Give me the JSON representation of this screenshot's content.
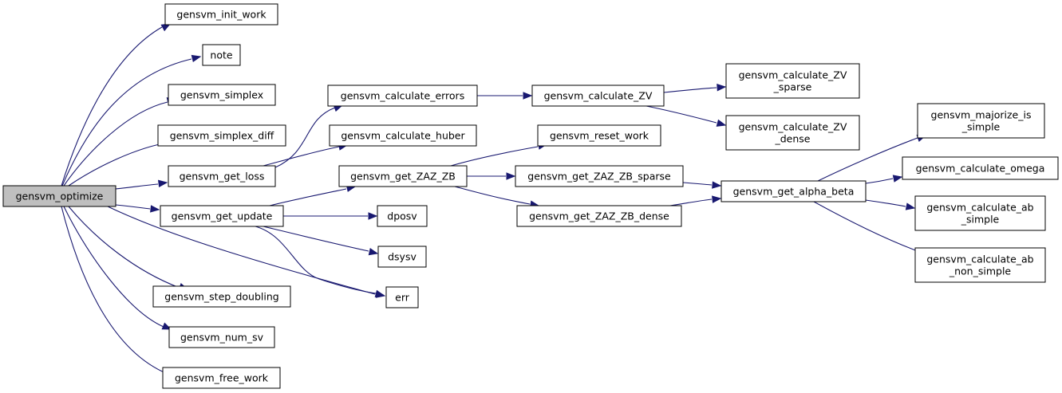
{
  "graph": {
    "type": "call-graph",
    "edge_color": "#191970",
    "root_fill": "#bfbfbf",
    "nodes": [
      {
        "id": "optimize",
        "lines": [
          "gensvm_optimize"
        ],
        "root": true
      },
      {
        "id": "init_work",
        "lines": [
          "gensvm_init_work"
        ]
      },
      {
        "id": "note",
        "lines": [
          "note"
        ]
      },
      {
        "id": "simplex",
        "lines": [
          "gensvm_simplex"
        ]
      },
      {
        "id": "simplex_diff",
        "lines": [
          "gensvm_simplex_diff"
        ]
      },
      {
        "id": "get_loss",
        "lines": [
          "gensvm_get_loss"
        ]
      },
      {
        "id": "get_update",
        "lines": [
          "gensvm_get_update"
        ]
      },
      {
        "id": "step_doubling",
        "lines": [
          "gensvm_step_doubling"
        ]
      },
      {
        "id": "num_sv",
        "lines": [
          "gensvm_num_sv"
        ]
      },
      {
        "id": "free_work",
        "lines": [
          "gensvm_free_work"
        ]
      },
      {
        "id": "calc_errors",
        "lines": [
          "gensvm_calculate_errors"
        ]
      },
      {
        "id": "calc_huber",
        "lines": [
          "gensvm_calculate_huber"
        ]
      },
      {
        "id": "get_zaz_zb",
        "lines": [
          "gensvm_get_ZAZ_ZB"
        ]
      },
      {
        "id": "dposv",
        "lines": [
          "dposv"
        ]
      },
      {
        "id": "dsysv",
        "lines": [
          "dsysv"
        ]
      },
      {
        "id": "err",
        "lines": [
          "err"
        ]
      },
      {
        "id": "calc_zv",
        "lines": [
          "gensvm_calculate_ZV"
        ]
      },
      {
        "id": "reset_work",
        "lines": [
          "gensvm_reset_work"
        ]
      },
      {
        "id": "zaz_sparse",
        "lines": [
          "gensvm_get_ZAZ_ZB_sparse"
        ]
      },
      {
        "id": "zaz_dense",
        "lines": [
          "gensvm_get_ZAZ_ZB_dense"
        ]
      },
      {
        "id": "zv_sparse",
        "lines": [
          "gensvm_calculate_ZV",
          "_sparse"
        ]
      },
      {
        "id": "zv_dense",
        "lines": [
          "gensvm_calculate_ZV",
          "_dense"
        ]
      },
      {
        "id": "alpha_beta",
        "lines": [
          "gensvm_get_alpha_beta"
        ]
      },
      {
        "id": "majorize",
        "lines": [
          "gensvm_majorize_is",
          "_simple"
        ]
      },
      {
        "id": "calc_omega",
        "lines": [
          "gensvm_calculate_omega"
        ]
      },
      {
        "id": "ab_simple",
        "lines": [
          "gensvm_calculate_ab",
          "_simple"
        ]
      },
      {
        "id": "ab_non_simple",
        "lines": [
          "gensvm_calculate_ab",
          "_non_simple"
        ]
      }
    ],
    "edges": [
      {
        "from": "optimize",
        "to": "init_work"
      },
      {
        "from": "optimize",
        "to": "note"
      },
      {
        "from": "optimize",
        "to": "simplex"
      },
      {
        "from": "optimize",
        "to": "simplex_diff"
      },
      {
        "from": "optimize",
        "to": "get_loss"
      },
      {
        "from": "optimize",
        "to": "get_update"
      },
      {
        "from": "optimize",
        "to": "err"
      },
      {
        "from": "optimize",
        "to": "step_doubling"
      },
      {
        "from": "optimize",
        "to": "num_sv"
      },
      {
        "from": "optimize",
        "to": "free_work"
      },
      {
        "from": "get_loss",
        "to": "calc_errors"
      },
      {
        "from": "get_loss",
        "to": "calc_huber"
      },
      {
        "from": "get_update",
        "to": "get_zaz_zb"
      },
      {
        "from": "get_update",
        "to": "dposv"
      },
      {
        "from": "get_update",
        "to": "dsysv"
      },
      {
        "from": "get_update",
        "to": "err"
      },
      {
        "from": "calc_errors",
        "to": "calc_zv"
      },
      {
        "from": "calc_zv",
        "to": "zv_sparse"
      },
      {
        "from": "calc_zv",
        "to": "zv_dense"
      },
      {
        "from": "get_zaz_zb",
        "to": "reset_work"
      },
      {
        "from": "get_zaz_zb",
        "to": "zaz_sparse"
      },
      {
        "from": "get_zaz_zb",
        "to": "zaz_dense"
      },
      {
        "from": "zaz_sparse",
        "to": "alpha_beta"
      },
      {
        "from": "zaz_dense",
        "to": "alpha_beta"
      },
      {
        "from": "alpha_beta",
        "to": "majorize"
      },
      {
        "from": "alpha_beta",
        "to": "calc_omega"
      },
      {
        "from": "alpha_beta",
        "to": "ab_simple"
      },
      {
        "from": "alpha_beta",
        "to": "ab_non_simple"
      }
    ]
  }
}
